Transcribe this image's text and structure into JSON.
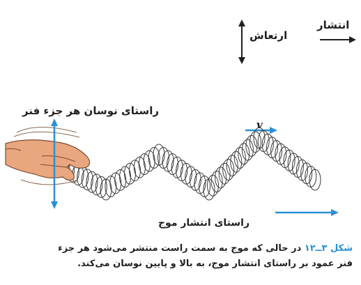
{
  "legend": {
    "propagation": "انتشار",
    "vibration": "ارتعاش"
  },
  "figure": {
    "oscillation_label": "راستای نوسان هر جزء فنر",
    "velocity_symbol": "v",
    "propagation_label": "راستای انتشار موج"
  },
  "caption": {
    "figure_label": "شکل ۳ــ۱۲",
    "line1": " در حالی که موج به سمت راست منتشر می‌شود هر جزء",
    "line2": "فنر عمود بر راستای انتشار موج، به بالا و پایین نوسان می‌کند."
  },
  "colors": {
    "accent_blue": "#2a8fd6",
    "text": "#231f20",
    "hand": "#e9a77f"
  }
}
